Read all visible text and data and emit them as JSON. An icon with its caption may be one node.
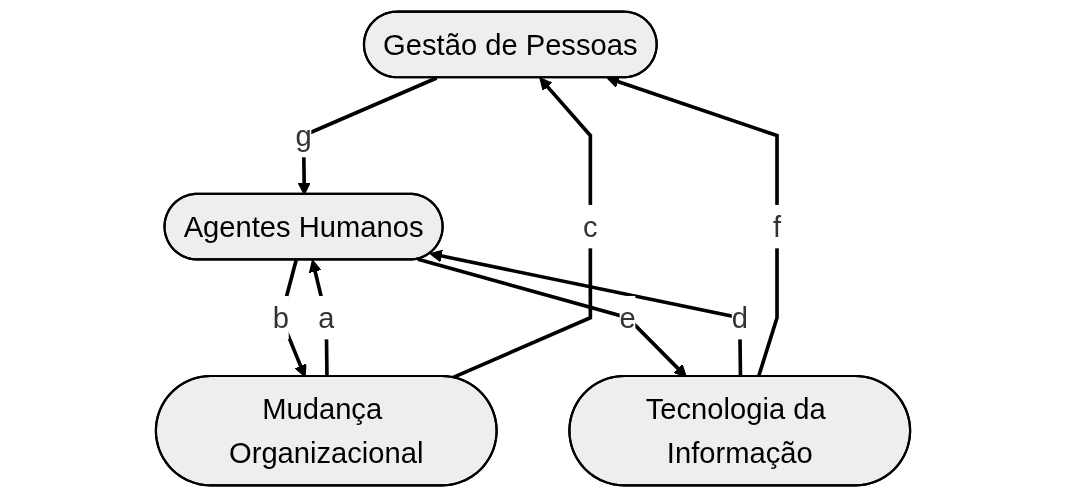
{
  "diagram": {
    "nodes": [
      {
        "text": [
          "Gestão de Pessoas"
        ]
      },
      {
        "text": [
          "Mudança Organizacional"
        ]
      },
      {
        "text": [
          "Tecnologia da Informação"
        ]
      },
      {
        "text": [
          "Agentes Humanos"
        ]
      }
    ],
    "edges": [
      {
        "from": 1,
        "to": 3,
        "arrow": "to",
        "label": "a"
      },
      {
        "from": 3,
        "to": 1,
        "arrow": "to",
        "label": "b"
      },
      {
        "from": 1,
        "to": 0,
        "arrow": "to",
        "label": "c"
      },
      {
        "from": 2,
        "to": 3,
        "arrow": "to",
        "label": "d"
      },
      {
        "from": 3,
        "to": 2,
        "arrow": "to",
        "label": "e"
      },
      {
        "from": 2,
        "to": 0,
        "arrow": "to",
        "label": "f"
      },
      {
        "from": 0,
        "to": 3,
        "arrow": "to",
        "label": "g"
      }
    ]
  }
}
